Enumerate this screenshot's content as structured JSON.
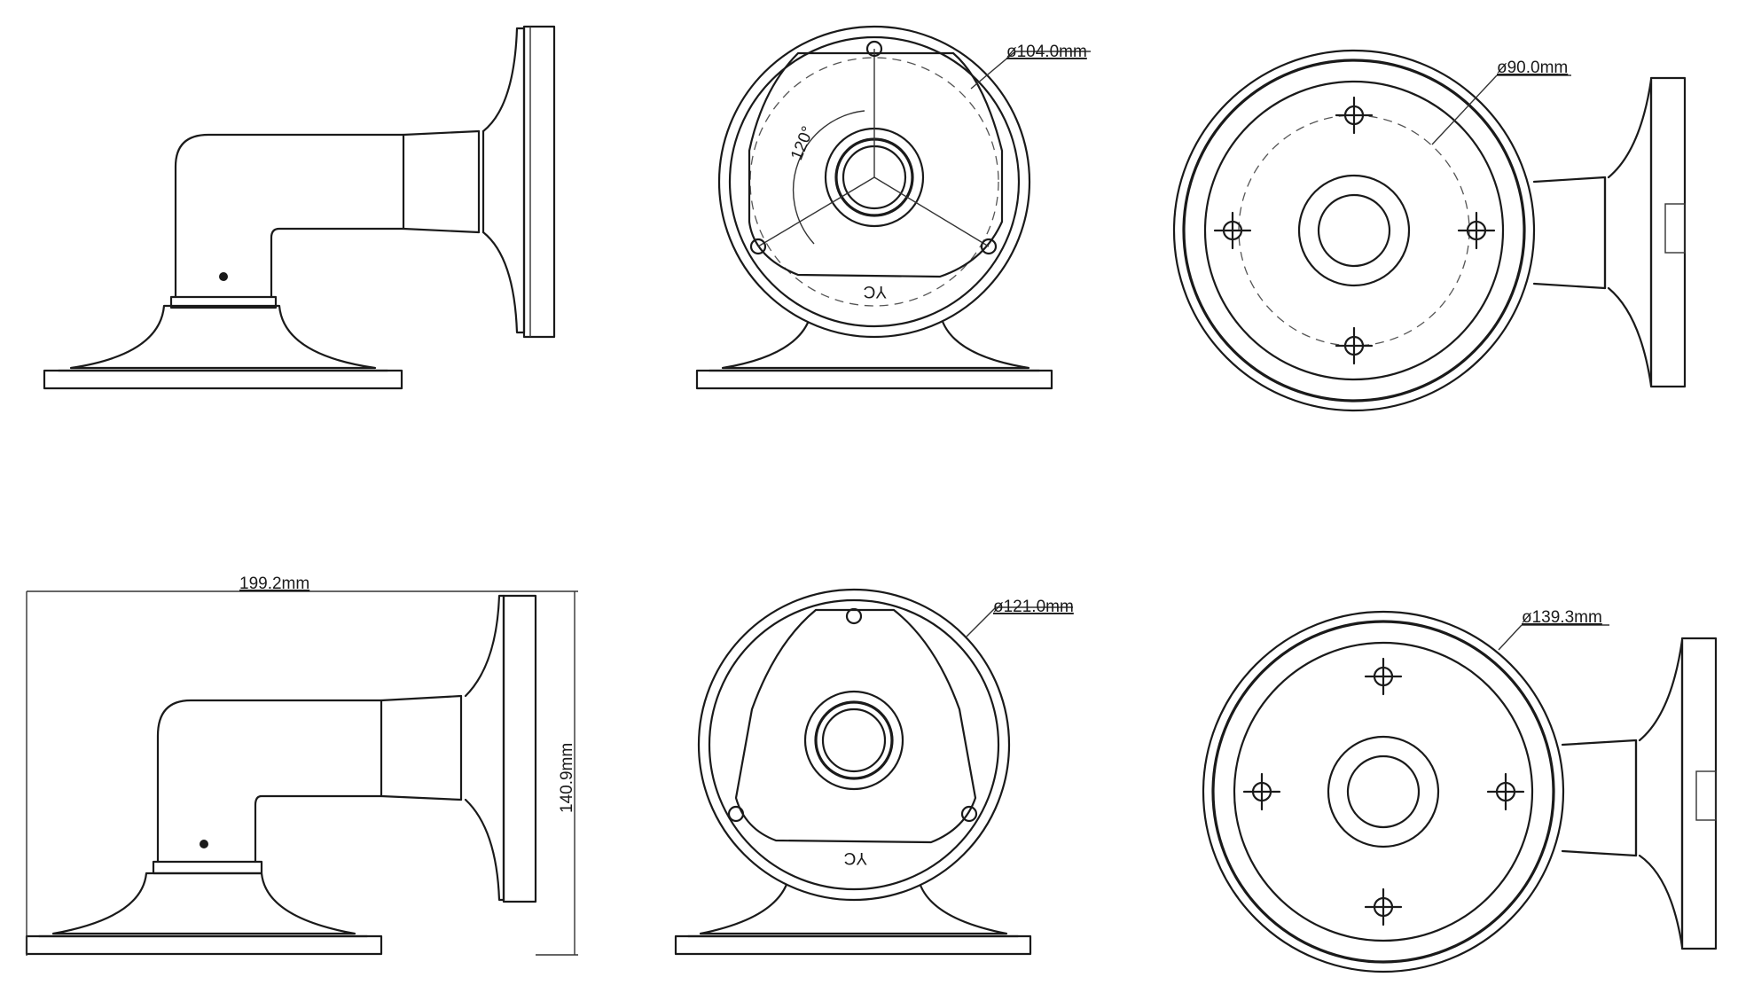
{
  "labels": {
    "top_front_diameter": "ø104.0mm",
    "top_angle": "120°",
    "top_front_mark": "YC",
    "top_back_diameter": "ø90.0mm",
    "bottom_width": "199.2mm",
    "bottom_height": "140.9mm",
    "bottom_front_diameter": "ø121.0mm",
    "bottom_front_mark": "YC",
    "bottom_back_diameter": "ø139.3mm"
  },
  "colors": {
    "line": "#1a1a1a",
    "background": "#ffffff"
  }
}
